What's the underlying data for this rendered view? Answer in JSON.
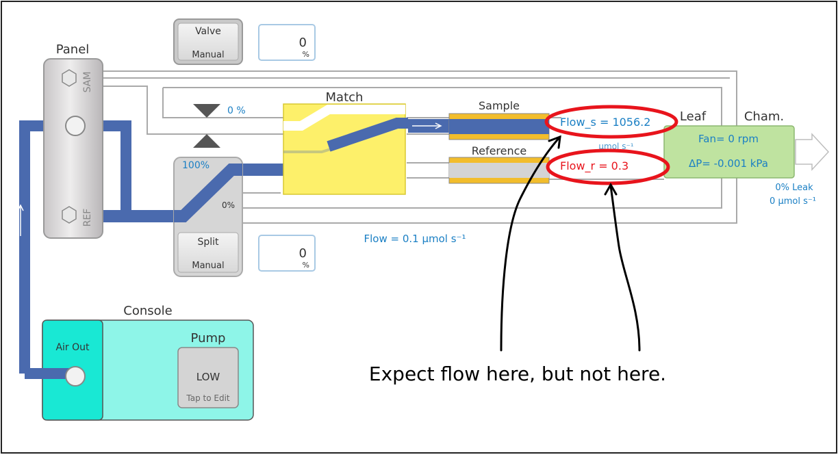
{
  "panel": {
    "title": "Panel",
    "sam_label": "SAM",
    "ref_label": "REF"
  },
  "valve": {
    "title": "Valve",
    "mode": "Manual",
    "value": "0",
    "unit": "%"
  },
  "split": {
    "title": "Split",
    "mode": "Manual",
    "value": "0",
    "unit": "%",
    "top_percent": "100%",
    "bottom_percent": "0%"
  },
  "valve_line_percent": "0 %",
  "match": {
    "title": "Match"
  },
  "sample": {
    "label": "Sample",
    "flow_text": "Flow_s = 1056.2"
  },
  "reference": {
    "label": "Reference",
    "flow_text": "Flow_r = 0.3"
  },
  "hidden_unit_text": "µmol s⁻¹",
  "leaf": {
    "title": "Leaf",
    "fan": "Fan= 0 rpm",
    "dp": "ΔP= -0.001 kPa"
  },
  "chamber": {
    "title": "Cham.",
    "leak_percent": "0% Leak",
    "leak_flow": "0 µmol s⁻¹"
  },
  "main_flow": "Flow = 0.1 µmol s⁻¹",
  "console": {
    "title": "Console",
    "air_out": "Air Out"
  },
  "pump": {
    "title": "Pump",
    "value": "LOW",
    "hint": "Tap to Edit"
  },
  "annotation": "Expect flow here, but not here.",
  "colors": {
    "tube": "#4a6aae",
    "accent_text": "#1a7fc4",
    "highlight": "#e8141c",
    "leaf_fill": "#bfe3a0",
    "match_fill": "#fdf06a",
    "console_fill": "#8ef5e8"
  }
}
